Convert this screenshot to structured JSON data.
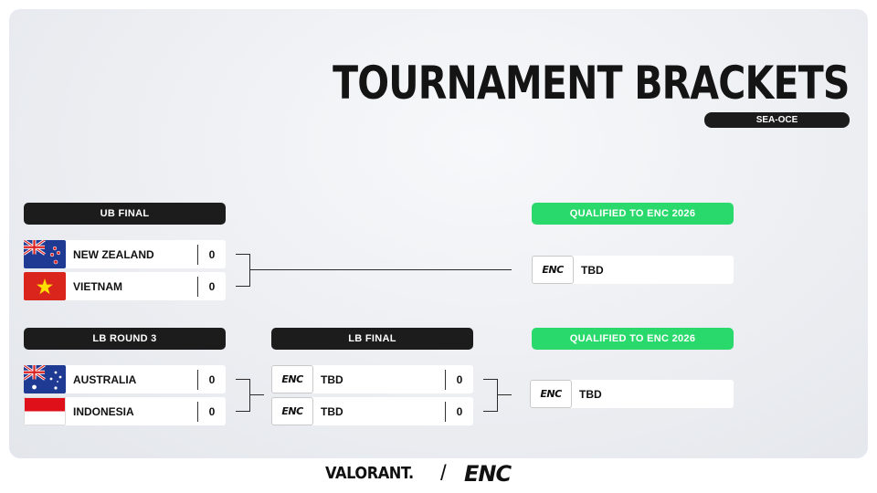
{
  "header": {
    "title": "TOURNAMENT BRACKETS",
    "region": "SEA-OCE"
  },
  "ub_final": {
    "label": "UB FINAL",
    "teams": [
      {
        "name": "NEW ZEALAND",
        "score": "0",
        "flag": "new-zealand-flag"
      },
      {
        "name": "VIETNAM",
        "score": "0",
        "flag": "vietnam-flag"
      }
    ]
  },
  "qualified_top": {
    "label": "QUALIFIED TO ENC 2026",
    "team": "TBD",
    "logo": "enc-logo"
  },
  "lb_round3": {
    "label": "LB ROUND 3",
    "teams": [
      {
        "name": "AUSTRALIA",
        "score": "0",
        "flag": "australia-flag"
      },
      {
        "name": "INDONESIA",
        "score": "0",
        "flag": "indonesia-flag"
      }
    ]
  },
  "lb_final": {
    "label": "LB FINAL",
    "teams": [
      {
        "name": "TBD",
        "score": "0",
        "logo": "enc-logo"
      },
      {
        "name": "TBD",
        "score": "0",
        "logo": "enc-logo"
      }
    ]
  },
  "qualified_bottom": {
    "label": "QUALIFIED TO ENC 2026",
    "team": "TBD",
    "logo": "enc-logo"
  },
  "logos": {
    "enc_mark": "ENC",
    "valorant_mark": "VALORANT.",
    "footer_separator": "/"
  },
  "colors": {
    "dark": "#1c1c1c",
    "qualified_green": "#2ad96b",
    "panel": "#eceef2"
  }
}
